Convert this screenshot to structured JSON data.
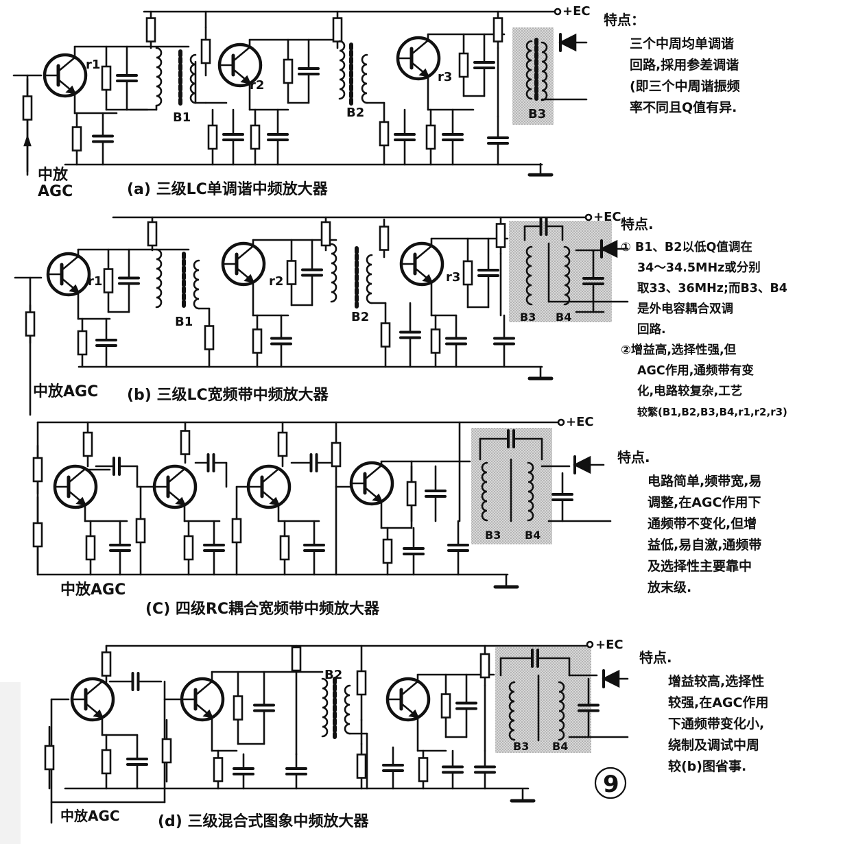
{
  "colors": {
    "ink": "#111111",
    "shade": "#cfcfcf",
    "background": "#ffffff"
  },
  "supply_label": "+EC",
  "figure_number": "9",
  "panels": [
    {
      "id": "a",
      "caption": "(a) 三级LC单调谐中频放大器",
      "agc_label": "中放\nAGC",
      "labels": {
        "r1": "r1",
        "r2": "r2",
        "r3": "r3",
        "b1": "B1",
        "b2": "B2",
        "b3": "B3"
      },
      "notes_title": "特点：",
      "notes": [
        "三个中周均单调谐",
        "回路,採用参差调谐",
        "(即三个中周谐振频",
        "率不同且Q值有异."
      ]
    },
    {
      "id": "b",
      "caption": "(b) 三级LC宽频带中频放大器",
      "agc_label": "中放AGC",
      "labels": {
        "r1": "r1",
        "r2": "r2",
        "r3": "r3",
        "b1": "B1",
        "b2": "B2",
        "b3": "B3",
        "b4": "B4"
      },
      "notes_title": "特点.",
      "notes": [
        "① B1、B2以低Q值调在",
        "34～34.5MHz或分别",
        "取33、36MHz;而B3、B4",
        "是外电容耦合双调",
        "回路.",
        "②增益高,选择性强,但",
        "AGC作用,通频带有变",
        "化,电路较复杂,工艺",
        "较繁(B1,B2,B3,B4,r1,r2,r3)"
      ]
    },
    {
      "id": "c",
      "caption": "(C) 四级RC耦合宽频带中频放大器",
      "agc_label": "中放AGC",
      "labels": {
        "b3": "B3",
        "b4": "B4"
      },
      "notes_title": "特点.",
      "notes": [
        "电路简单,频带宽,易",
        "调整,在AGC作用下",
        "通频带不变化,但增",
        "益低,易自激,通频带",
        "及选择性主要靠中",
        "放末级."
      ]
    },
    {
      "id": "d",
      "caption": "(d) 三级混合式图象中频放大器",
      "agc_label": "中放AGC",
      "labels": {
        "b2": "B2",
        "b3": "B3",
        "b4": "B4"
      },
      "notes_title": "特点.",
      "notes": [
        "增益较高,选择性",
        "较强,在AGC作用",
        "下通频带变化小,",
        "绕制及调试中周",
        "较(b)图省事."
      ]
    }
  ]
}
